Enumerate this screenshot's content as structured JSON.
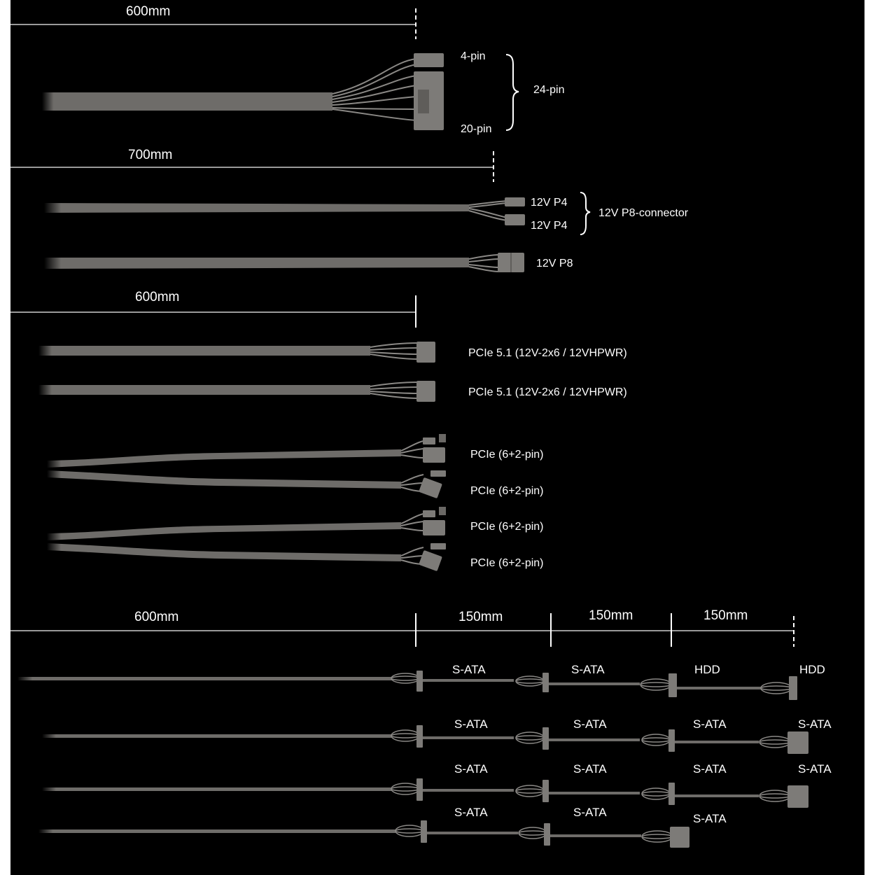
{
  "colors": {
    "background": "#000000",
    "cable": "#6e6c69",
    "wire": "#8a8885",
    "connector": "#7d7b78",
    "dimension_line": "#9a9a9a",
    "text": "#ffffff"
  },
  "dimensions": {
    "atx": "600mm",
    "eps": "700mm",
    "pcie": "600mm",
    "peripheral_main": "600mm",
    "peripheral_seg1": "150mm",
    "peripheral_seg2": "150mm",
    "peripheral_seg3": "150mm"
  },
  "atx": {
    "top": "4-pin",
    "bottom": "20-pin",
    "group": "24-pin"
  },
  "eps": {
    "p4_a": "12V P4",
    "p4_b": "12V P4",
    "group": "12V P8-connector",
    "p8": "12V P8"
  },
  "pcie51": [
    "PCIe 5.1 (12V-2x6 / 12VHPWR)",
    "PCIe 5.1 (12V-2x6 / 12VHPWR)"
  ],
  "pcie_6_2": [
    "PCIe (6+2-pin)",
    "PCIe (6+2-pin)",
    "PCIe (6+2-pin)",
    "PCIe (6+2-pin)"
  ],
  "peripheral": {
    "row1": [
      "S-ATA",
      "S-ATA",
      "HDD",
      "HDD"
    ],
    "row2": [
      "S-ATA",
      "S-ATA",
      "S-ATA",
      "S-ATA"
    ],
    "row3": [
      "S-ATA",
      "S-ATA",
      "S-ATA",
      "S-ATA"
    ],
    "row4": [
      "S-ATA",
      "S-ATA",
      "S-ATA"
    ]
  }
}
